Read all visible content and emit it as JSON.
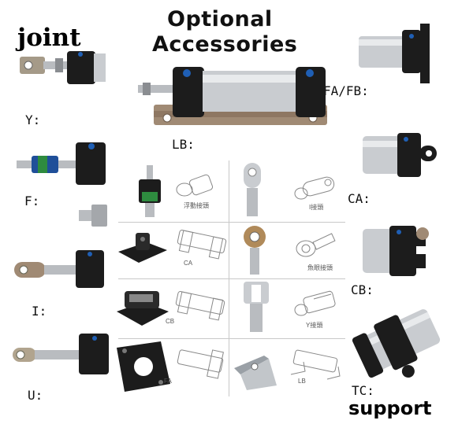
{
  "header": {
    "title_line1": "Optional",
    "title_line2": "Accessories"
  },
  "labels": {
    "joint": "joint",
    "support": "support",
    "y": "Y:",
    "f": "F:",
    "i": "I:",
    "u": "U:",
    "lb": "LB:",
    "fa_fb": "FA/FB:",
    "ca": "CA:",
    "cb": "CB:",
    "tc": "TC:"
  },
  "grid_captions": {
    "floating_joint": "浮動接頭",
    "i_joint": "I接頭",
    "ca": "CA",
    "fisheye_joint": "魚眼接頭",
    "cb": "CB",
    "y_joint": "Y接頭",
    "fa": "FA",
    "lb": "LB"
  },
  "colors": {
    "cap_black": "#1c1c1c",
    "barrel": "#c9ccd0",
    "rod": "#b9bcc0",
    "bronze": "#a08a74",
    "blue_dot": "#1f5fb5"
  }
}
